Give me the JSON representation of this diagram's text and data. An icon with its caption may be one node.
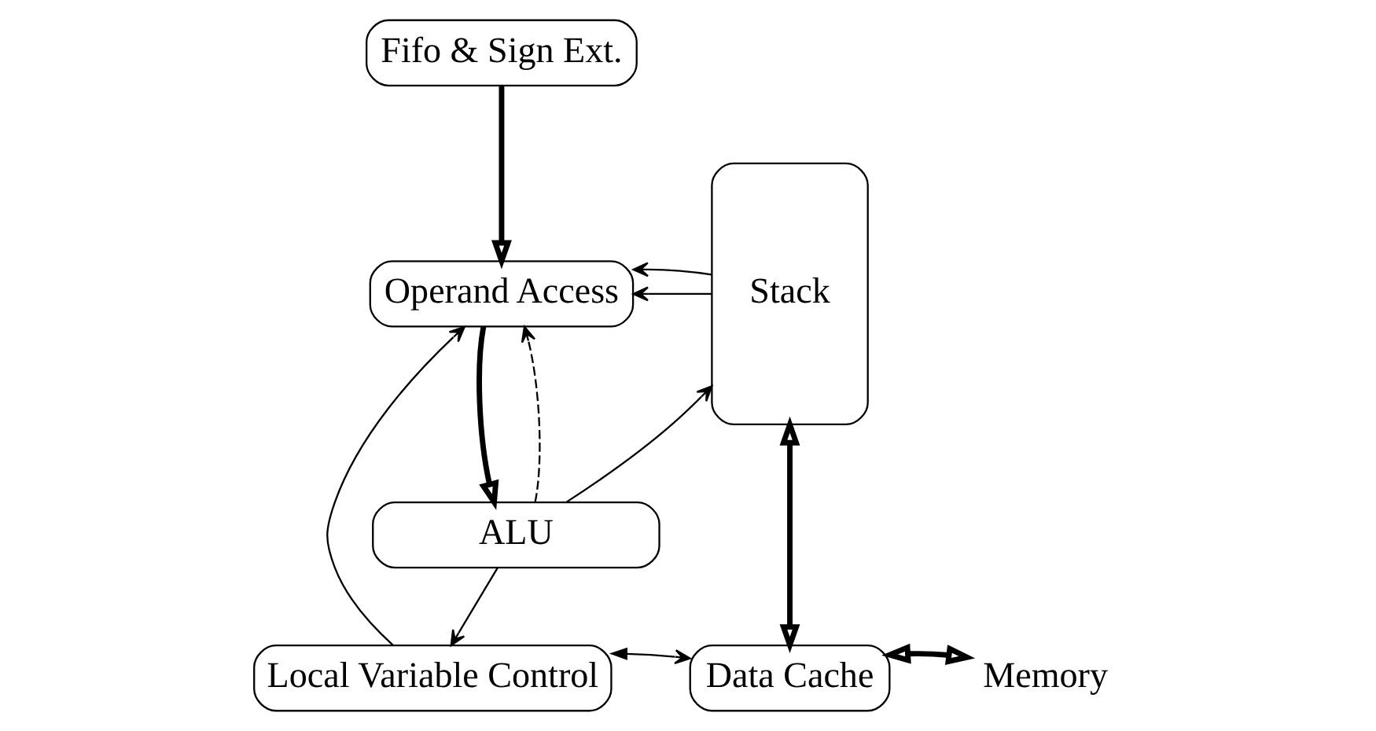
{
  "diagram": {
    "nodes": [
      {
        "text": [
          "Fifo & Sign Ext."
        ]
      },
      {
        "text": [
          "Operand Access"
        ]
      },
      {
        "text": [
          "Stack"
        ]
      },
      {
        "text": [
          "ALU"
        ]
      },
      {
        "text": [
          "Local Variable Control"
        ]
      },
      {
        "text": [
          "Data Cache"
        ]
      },
      {
        "text": [
          "Memory"
        ]
      }
    ],
    "edges": [
      {
        "from": 0,
        "to": 1,
        "arrow": "to",
        "style": "thick"
      },
      {
        "from": 2,
        "to": 1,
        "arrow": "to"
      },
      {
        "from": 2,
        "to": 1,
        "arrow": "to"
      },
      {
        "from": 1,
        "to": 3,
        "arrow": "to",
        "style": "thick"
      },
      {
        "from": 3,
        "to": 1,
        "arrow": "to",
        "style": "dashed"
      },
      {
        "from": 3,
        "to": 2,
        "arrow": "to"
      },
      {
        "from": 3,
        "to": 4,
        "arrow": "to"
      },
      {
        "from": 4,
        "to": 1,
        "arrow": "to"
      },
      {
        "from": 2,
        "to": 5,
        "arrow": "both",
        "style": "thick"
      },
      {
        "from": 4,
        "to": 5,
        "arrow": "both"
      },
      {
        "from": 5,
        "to": 6,
        "arrow": "both",
        "style": "thick"
      }
    ]
  }
}
